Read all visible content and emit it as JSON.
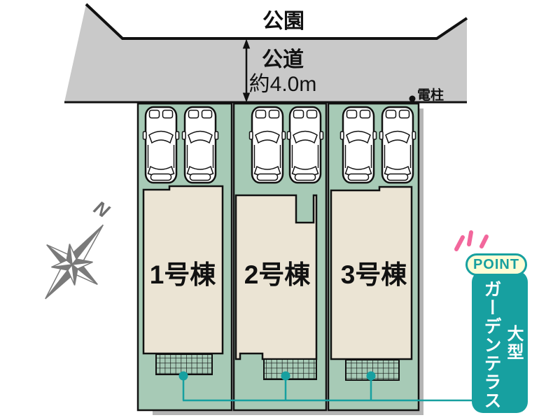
{
  "road": {
    "park_label": "公園",
    "road_label": "公道",
    "road_width_label": "約4.0m",
    "utility_pole_label": "電柱",
    "road_fill": "#c9c9c9"
  },
  "compass": {
    "north_label": "N",
    "color": "#7a7a7a"
  },
  "site": {
    "lot_fill": "#a7cab6",
    "building_fill": "#ebe4d4",
    "buildings": [
      {
        "label": "1号棟"
      },
      {
        "label": "2号棟"
      },
      {
        "label": "3号棟"
      }
    ],
    "lot_count": 3,
    "cars_per_lot": 2
  },
  "callout": {
    "point_label": "POINT",
    "feature_main": "ガーデンテラス",
    "feature_sub": "大型",
    "accent_color": "#17a0a0",
    "pill_fill": "#fdfdd6",
    "sparkle_color": "#f2679c"
  }
}
